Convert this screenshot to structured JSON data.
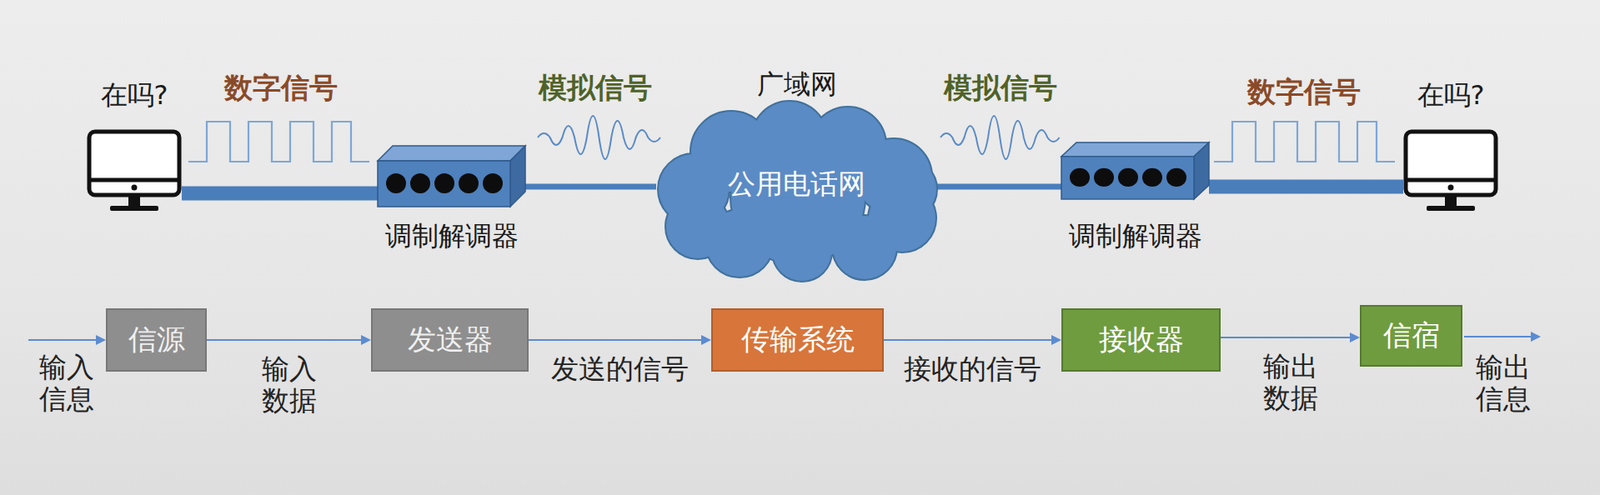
{
  "diagram": {
    "nodes": [
      {
        "text": [
          "在吗?"
        ]
      },
      {
        "text": [
          "调制解调器"
        ]
      },
      {
        "text": [
          "广域网",
          "公用电话网"
        ]
      },
      {
        "text": [
          "调制解调器"
        ]
      },
      {
        "text": [
          "在吗?"
        ]
      },
      {
        "text": [
          "信源"
        ]
      },
      {
        "text": [
          "发送器"
        ]
      },
      {
        "text": [
          "传输系统"
        ]
      },
      {
        "text": [
          "接收器"
        ]
      },
      {
        "text": [
          "信宿"
        ]
      }
    ],
    "edges": [
      {
        "from": 0,
        "to": 1,
        "arrow": "none"
      },
      {
        "from": 1,
        "to": 2,
        "arrow": "none"
      },
      {
        "from": 2,
        "to": 3,
        "arrow": "none"
      },
      {
        "from": 3,
        "to": 4,
        "arrow": "none"
      },
      {
        "from": 5,
        "to": 6,
        "arrow": "to",
        "label": "输入 数据"
      },
      {
        "from": 6,
        "to": 7,
        "arrow": "to",
        "label": "发送的信号"
      },
      {
        "from": 7,
        "to": 8,
        "arrow": "to",
        "label": "接收的信号"
      },
      {
        "from": 8,
        "to": 9,
        "arrow": "to",
        "label": "输出 数据"
      }
    ],
    "labels": [
      "数字信号",
      "模拟信号",
      "模拟信号",
      "数字信号",
      "输入 信息",
      "输出 信息"
    ]
  }
}
